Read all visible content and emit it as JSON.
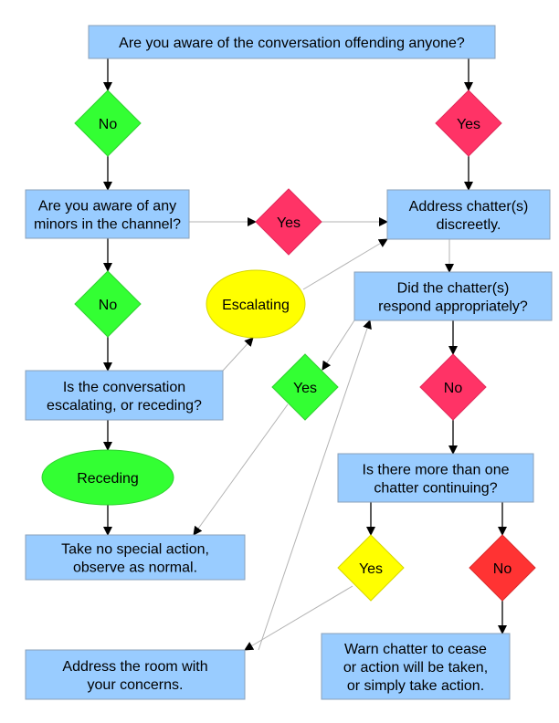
{
  "colors": {
    "box": "#99ccff",
    "green": "#33ff33",
    "pink": "#ff3366",
    "yellow": "#ffff00",
    "red": "#ff3333",
    "arrow": "#000000",
    "thin_line": "#b3b3b3"
  },
  "nodes": {
    "q_offending": {
      "kind": "box",
      "lines": [
        "Are you aware of the conversation offending anyone?"
      ]
    },
    "d_no_1": {
      "kind": "diamond",
      "color": "green",
      "lines": [
        "No"
      ]
    },
    "d_yes_1": {
      "kind": "diamond",
      "color": "pink",
      "lines": [
        "Yes"
      ]
    },
    "q_minors": {
      "kind": "box",
      "lines": [
        "Are you aware of any",
        "minors in the channel?"
      ]
    },
    "d_yes_minors": {
      "kind": "diamond",
      "color": "pink",
      "lines": [
        "Yes"
      ]
    },
    "a_address_discreetly": {
      "kind": "box",
      "lines": [
        "Address chatter(s)",
        "discreetly."
      ]
    },
    "d_no_2": {
      "kind": "diamond",
      "color": "green",
      "lines": [
        "No"
      ]
    },
    "o_escalating": {
      "kind": "ellipse",
      "color": "yellow",
      "lines": [
        "Escalating"
      ]
    },
    "q_responded": {
      "kind": "box",
      "lines": [
        "Did the chatter(s)",
        "respond appropriately?"
      ]
    },
    "q_escalating": {
      "kind": "box",
      "lines": [
        "Is the conversation",
        "escalating, or receding?"
      ]
    },
    "d_yes_responded": {
      "kind": "diamond",
      "color": "green",
      "lines": [
        "Yes"
      ]
    },
    "d_no_responded": {
      "kind": "diamond",
      "color": "pink",
      "lines": [
        "No"
      ]
    },
    "o_receding": {
      "kind": "ellipse",
      "color": "green",
      "lines": [
        "Receding"
      ]
    },
    "q_more_than_one": {
      "kind": "box",
      "lines": [
        "Is there more than one",
        "chatter continuing?"
      ]
    },
    "a_no_action": {
      "kind": "box",
      "lines": [
        "Take no special action,",
        "observe as normal."
      ]
    },
    "d_yes_more": {
      "kind": "diamond",
      "color": "yellow",
      "lines": [
        "Yes"
      ]
    },
    "d_no_more": {
      "kind": "diamond",
      "color": "red",
      "lines": [
        "No"
      ]
    },
    "a_address_room": {
      "kind": "box",
      "lines": [
        "Address the room with",
        "your concerns."
      ]
    },
    "a_warn": {
      "kind": "box",
      "lines": [
        "Warn chatter to cease",
        "or action will be taken,",
        "or simply take action."
      ]
    }
  },
  "edges": [
    {
      "from": "q_offending",
      "to": "d_no_1",
      "style": "bold"
    },
    {
      "from": "q_offending",
      "to": "d_yes_1",
      "style": "bold"
    },
    {
      "from": "d_no_1",
      "to": "q_minors",
      "style": "bold"
    },
    {
      "from": "d_yes_1",
      "to": "a_address_discreetly",
      "style": "bold"
    },
    {
      "from": "q_minors",
      "to": "d_yes_minors",
      "style": "thin"
    },
    {
      "from": "d_yes_minors",
      "to": "a_address_discreetly",
      "style": "thin"
    },
    {
      "from": "q_minors",
      "to": "d_no_2",
      "style": "bold"
    },
    {
      "from": "a_address_discreetly",
      "to": "q_responded",
      "style": "thin"
    },
    {
      "from": "d_no_2",
      "to": "q_escalating",
      "style": "bold"
    },
    {
      "from": "q_escalating",
      "to": "o_escalating",
      "style": "thin"
    },
    {
      "from": "o_escalating",
      "to": "a_address_discreetly",
      "style": "thin"
    },
    {
      "from": "q_responded",
      "to": "d_yes_responded",
      "style": "thin"
    },
    {
      "from": "q_responded",
      "to": "d_no_responded",
      "style": "bold"
    },
    {
      "from": "q_escalating",
      "to": "o_receding",
      "style": "bold"
    },
    {
      "from": "o_receding",
      "to": "a_no_action",
      "style": "bold"
    },
    {
      "from": "d_yes_responded",
      "to": "a_no_action",
      "style": "thin"
    },
    {
      "from": "d_no_responded",
      "to": "q_more_than_one",
      "style": "bold"
    },
    {
      "from": "q_more_than_one",
      "to": "d_yes_more",
      "style": "bold"
    },
    {
      "from": "q_more_than_one",
      "to": "d_no_more",
      "style": "bold"
    },
    {
      "from": "d_yes_more",
      "to": "a_address_room",
      "style": "thin"
    },
    {
      "from": "a_address_room",
      "to": "q_responded",
      "style": "thin"
    },
    {
      "from": "d_no_more",
      "to": "a_warn",
      "style": "bold"
    }
  ]
}
